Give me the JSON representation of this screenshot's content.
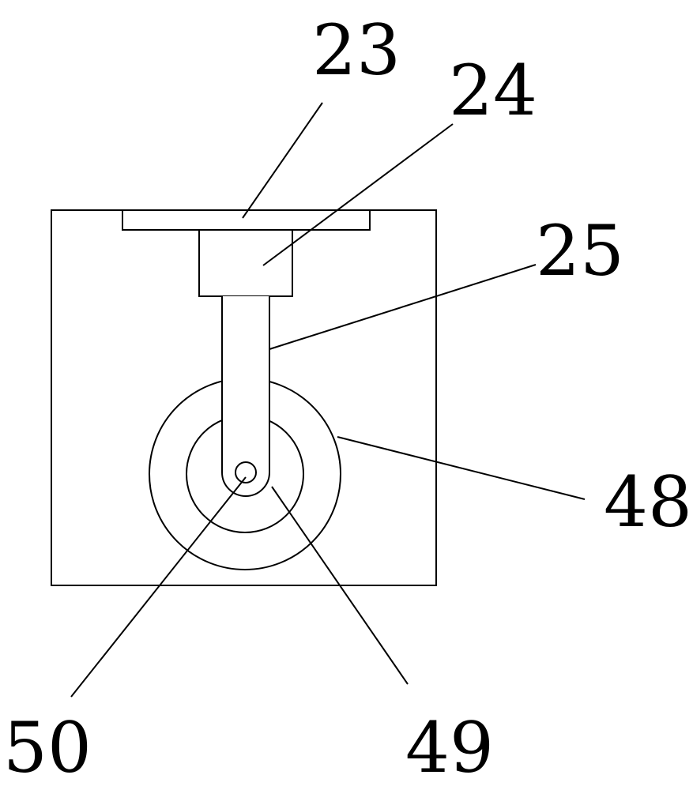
{
  "labels": {
    "l23": "23",
    "l24": "24",
    "l25": "25",
    "l48": "48",
    "l49": "49",
    "l50": "50"
  }
}
